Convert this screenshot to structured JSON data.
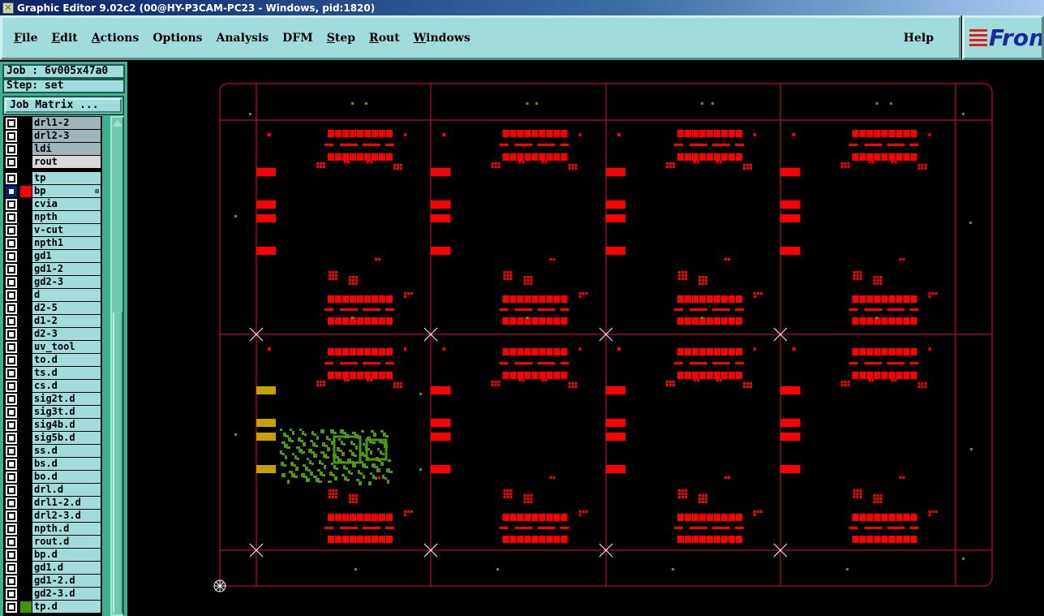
{
  "window": {
    "title": "Graphic Editor 9.02c2 (00@HY-P3CAM-PC23 - Windows, pid:1820)"
  },
  "menu": [
    {
      "label": "File",
      "u": true
    },
    {
      "label": "Edit",
      "u": true
    },
    {
      "label": "Actions",
      "u": true
    },
    {
      "label": "Options",
      "u": false
    },
    {
      "label": "Analysis",
      "u": false
    },
    {
      "label": "DFM",
      "u": false
    },
    {
      "label": "Step",
      "u": true
    },
    {
      "label": "Rout",
      "u": true
    },
    {
      "label": "Windows",
      "u": true
    }
  ],
  "help": "Help",
  "logo": "Fron",
  "job": "Job : 6v005x47a0",
  "step": "Step: set",
  "job_matrix": "Job Matrix ...",
  "layers": [
    {
      "name": "drl1-2",
      "bg": "g"
    },
    {
      "name": "drl2-3",
      "bg": "g"
    },
    {
      "name": "ldi",
      "bg": "g"
    },
    {
      "name": "rout",
      "bg": "lg"
    },
    {
      "name": "tp",
      "gap": true
    },
    {
      "name": "bp",
      "color": "#ff0000",
      "selected": true,
      "plus": "⊞"
    },
    {
      "name": "cvia"
    },
    {
      "name": "npth"
    },
    {
      "name": "v-cut"
    },
    {
      "name": "npth1"
    },
    {
      "name": "gd1"
    },
    {
      "name": "gd1-2"
    },
    {
      "name": "gd2-3"
    },
    {
      "name": "d"
    },
    {
      "name": "d2-5"
    },
    {
      "name": "d1-2"
    },
    {
      "name": "d2-3"
    },
    {
      "name": "uv_tool"
    },
    {
      "name": "to.d"
    },
    {
      "name": "ts.d"
    },
    {
      "name": "cs.d"
    },
    {
      "name": "sig2t.d"
    },
    {
      "name": "sig3t.d"
    },
    {
      "name": "sig4b.d"
    },
    {
      "name": "sig5b.d"
    },
    {
      "name": "ss.d"
    },
    {
      "name": "bs.d"
    },
    {
      "name": "bo.d"
    },
    {
      "name": "drl.d"
    },
    {
      "name": "drl1-2.d"
    },
    {
      "name": "drl2-3.d"
    },
    {
      "name": "npth.d"
    },
    {
      "name": "rout.d"
    },
    {
      "name": "bp.d"
    },
    {
      "name": "gd1.d"
    },
    {
      "name": "gd1-2.d"
    },
    {
      "name": "gd2-3.d"
    },
    {
      "name": "tp.d",
      "color": "#3a9a00"
    }
  ],
  "colors": {
    "outline": "#e0102a",
    "feature": "#ff0000",
    "green": "#4a9a10",
    "yellow": "#c8a000"
  }
}
